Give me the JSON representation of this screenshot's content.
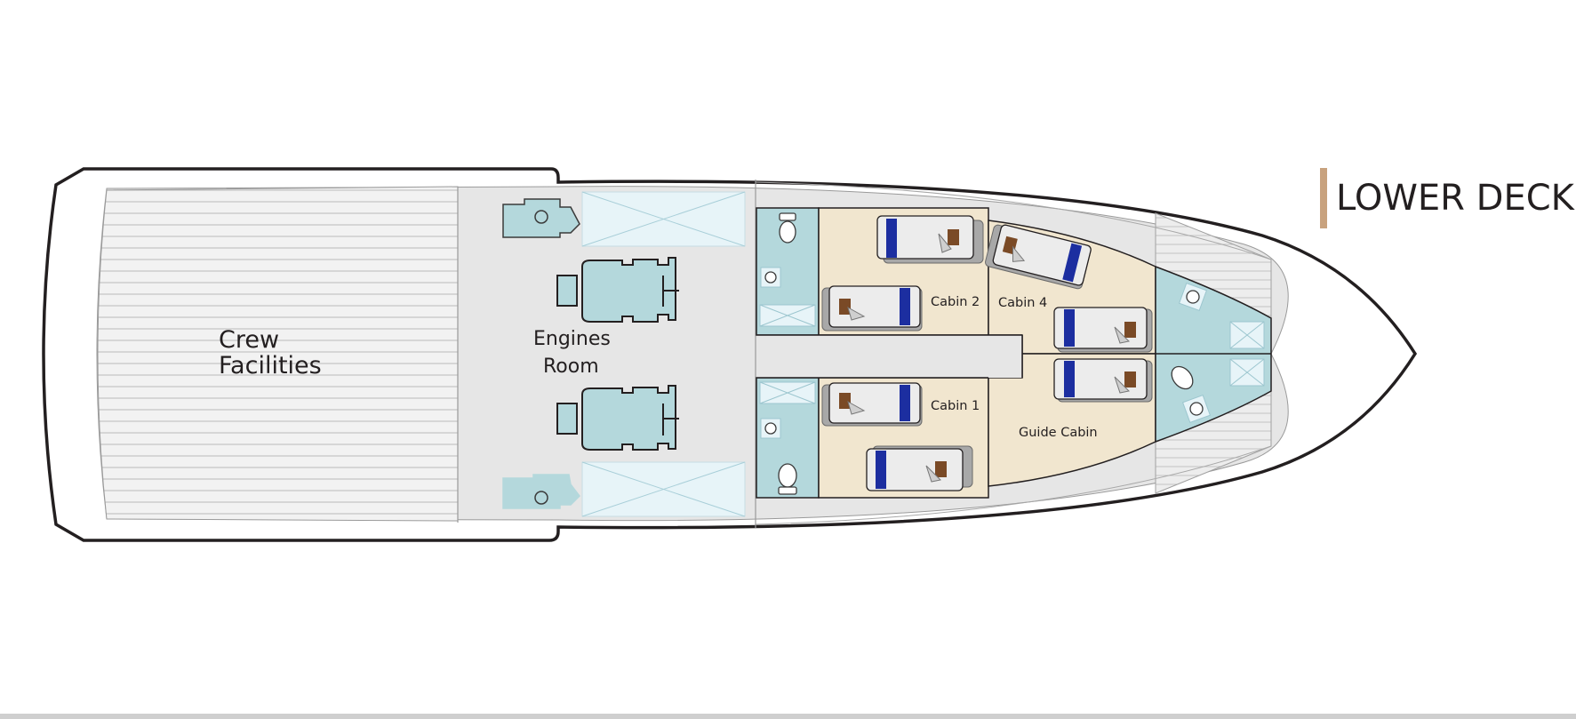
{
  "title": "LOWER DECK",
  "labels": {
    "crew_line1": "Crew",
    "crew_line2": "Facilities",
    "engines_line1": "Engines",
    "engines_line2": "Room",
    "cabin_1": "Cabin 1",
    "cabin_2": "Cabin 2",
    "cabin_4": "Cabin 4",
    "guide_cabin": "Guide Cabin"
  },
  "colors": {
    "title_accent": "#c8a27e",
    "hull_outline": "#231f20",
    "deck_grey": "#e6e6e6",
    "cabin_beige": "#f1e6cf",
    "bathroom_teal": "#b4d8dc",
    "bed_stripe": "#1c2ea0",
    "pillow_brown": "#7a4a26",
    "hatch_blue": "#e7f4f8"
  }
}
